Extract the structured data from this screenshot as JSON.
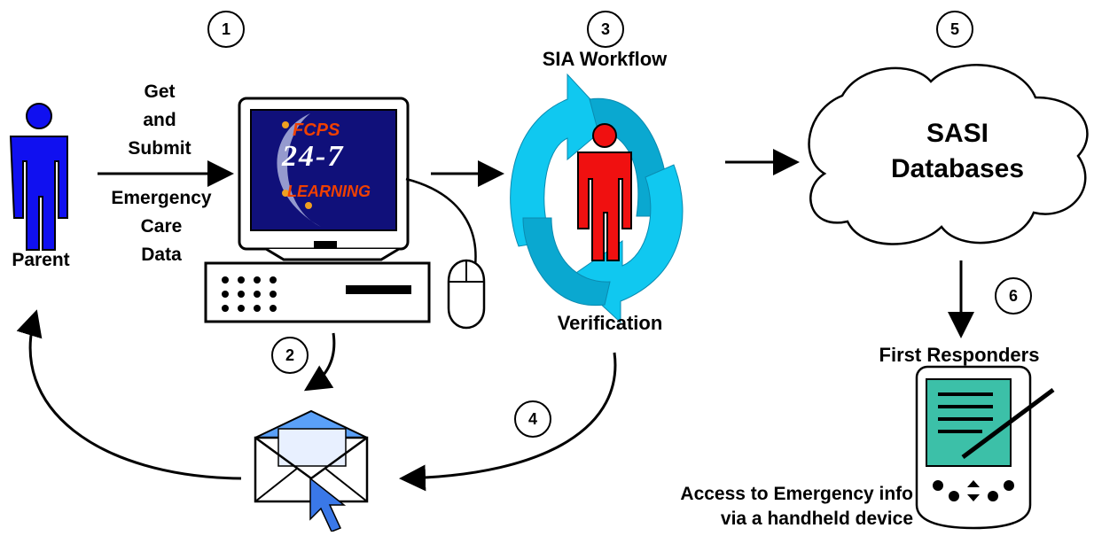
{
  "steps": [
    "1",
    "2",
    "3",
    "4",
    "5",
    "6"
  ],
  "labels": {
    "parent": "Parent",
    "get_submit": [
      "Get",
      "and",
      "Submit"
    ],
    "emergency_care": [
      "Emergency",
      "Care",
      "Data"
    ],
    "sia_workflow": "SIA Workflow",
    "verification": "Verification",
    "sasi": [
      "SASI",
      "Databases"
    ],
    "first_responders": "First Responders",
    "access": [
      "Access to Emergency info",
      "via a handheld device"
    ]
  },
  "screen_text": {
    "top": "FCPS",
    "middle": "24-7",
    "bottom": "LEARNING"
  },
  "colors": {
    "parent_figure": "#1010f0",
    "verifier_figure": "#f01010",
    "workflow_arrows": "#10c8f0",
    "screen_bg": "#10107a",
    "screen_text": "#f04000",
    "envelope": "#3a78e8",
    "pda_screen": "#3cc0a8"
  }
}
